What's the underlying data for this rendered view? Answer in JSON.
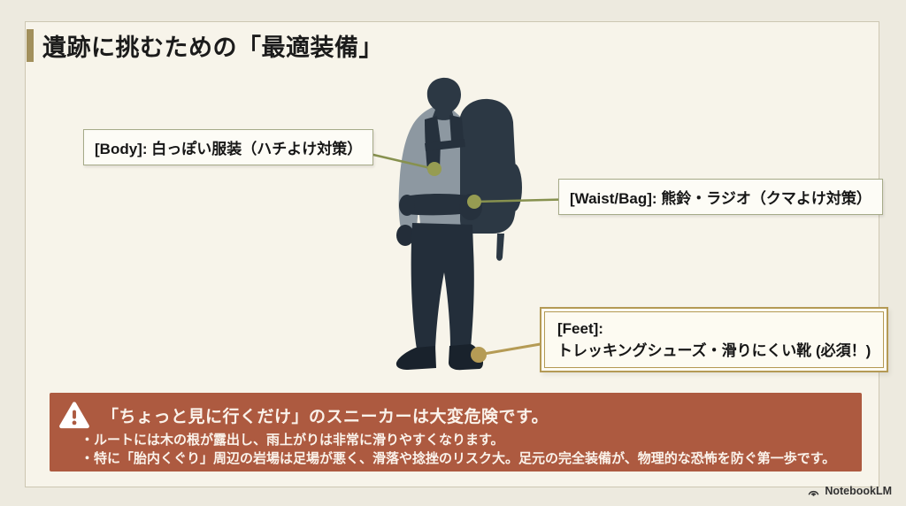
{
  "slide": {
    "title": "遺跡に挑むための「最適装備」"
  },
  "callouts": {
    "body": {
      "label": "[Body]: 白っぽい服装（ハチよけ対策）"
    },
    "waist": {
      "label": "[Waist/Bag]: 熊鈴・ラジオ（クマよけ対策）"
    },
    "feet": {
      "line1": "[Feet]:",
      "line2": "トレッキングシューズ・滑りにくい靴 (必須！)"
    }
  },
  "warning": {
    "heading": "「ちょっと見に行くだけ」のスニーカーは大変危険です。",
    "bullets": [
      "・ルートには木の根が露出し、雨上がりは非常に滑りやすくなります。",
      "・特に「胎内くぐり」周辺の岩場は足場が悪く、滑落や捻挫のリスク大。足元の完全装備が、物理的な恐怖を防ぐ第一歩です。"
    ]
  },
  "watermark": {
    "label": "NotebookLM"
  },
  "colors": {
    "page_bg": "#edeadf",
    "panel_bg": "#f7f4ea",
    "accent_gold": "#a2905c",
    "callout_line_olive": "#87914f",
    "callout_dot_olive": "#969c52",
    "callout_line_gold": "#b59b55",
    "warning_bg": "#ad5a40",
    "silhouette_dark": "#2c3844",
    "silhouette_light": "#8d98a1"
  }
}
